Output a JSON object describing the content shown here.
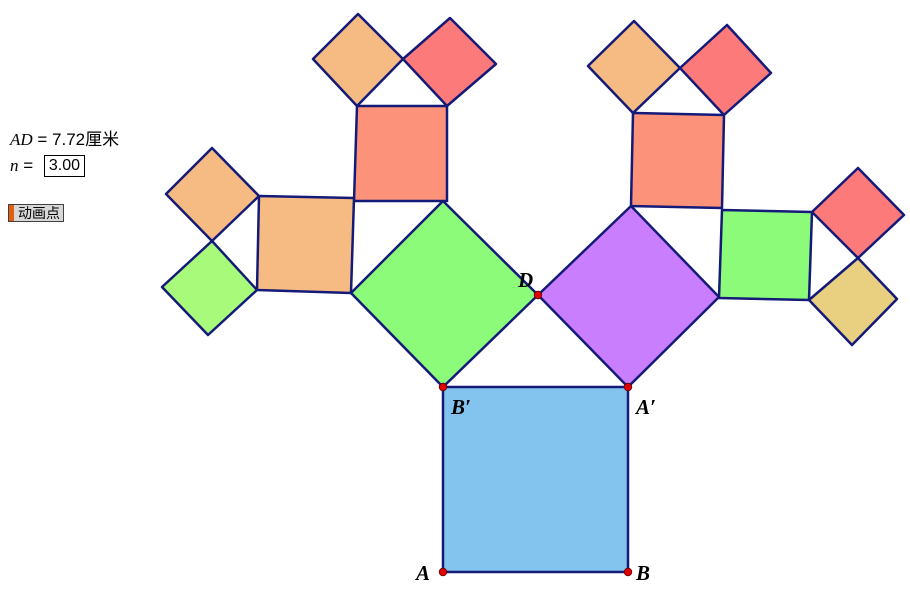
{
  "measurement": {
    "var": "AD",
    "eq": " = ",
    "value": "7.72",
    "unit": "厘米"
  },
  "parameter": {
    "var": "n",
    "eq": " = ",
    "value": "3.00"
  },
  "button": {
    "label": "动画点"
  },
  "points": {
    "A": "A",
    "B": "B",
    "A_prime": "A′",
    "B_prime": "B′",
    "D": "D"
  },
  "colors": {
    "stroke": "#141a78",
    "point": "#e00000",
    "root_square": "#82c4ee",
    "green": "#8cfb7a",
    "purple": "#c97efd",
    "salmon": "#fd927a",
    "peach": "#f5bb82",
    "pink": "#fd7a7a",
    "lime": "#a7fa7a",
    "gold": "#e8d080"
  },
  "squares": [
    {
      "name": "square-ABA'B'",
      "color": "root_square"
    },
    {
      "name": "square-left-level1",
      "color": "green"
    },
    {
      "name": "square-right-level1",
      "color": "purple"
    },
    {
      "name": "square-left-level2-top",
      "color": "salmon"
    },
    {
      "name": "square-left-level2-side",
      "color": "peach"
    },
    {
      "name": "square-right-level2-top",
      "color": "salmon"
    },
    {
      "name": "square-right-level2-side",
      "color": "green"
    },
    {
      "name": "square-left-level3-a",
      "color": "peach"
    },
    {
      "name": "square-left-level3-b",
      "color": "pink"
    },
    {
      "name": "square-left-level3-c",
      "color": "peach"
    },
    {
      "name": "square-left-level3-d",
      "color": "lime"
    },
    {
      "name": "square-right-level3-a",
      "color": "peach"
    },
    {
      "name": "square-right-level3-b",
      "color": "pink"
    },
    {
      "name": "square-right-level3-c",
      "color": "pink"
    },
    {
      "name": "square-right-level3-d",
      "color": "gold"
    }
  ]
}
